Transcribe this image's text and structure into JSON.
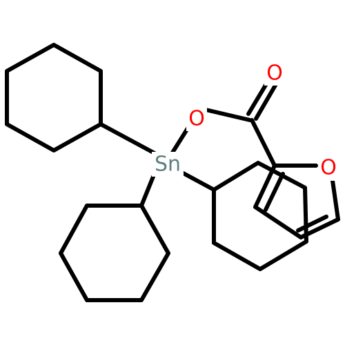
{
  "molecule": {
    "atoms": [
      {
        "id": "sn",
        "label": "Sn",
        "color": "#5f7f7f"
      },
      {
        "id": "o_ester",
        "label": "O",
        "color": "#ff0000"
      },
      {
        "id": "o_carbonyl",
        "label": "O",
        "color": "#ff0000"
      },
      {
        "id": "o_furan",
        "label": "O",
        "color": "#ff0000"
      }
    ],
    "colors": {
      "bond": "#000000",
      "background": "#ffffff"
    }
  }
}
